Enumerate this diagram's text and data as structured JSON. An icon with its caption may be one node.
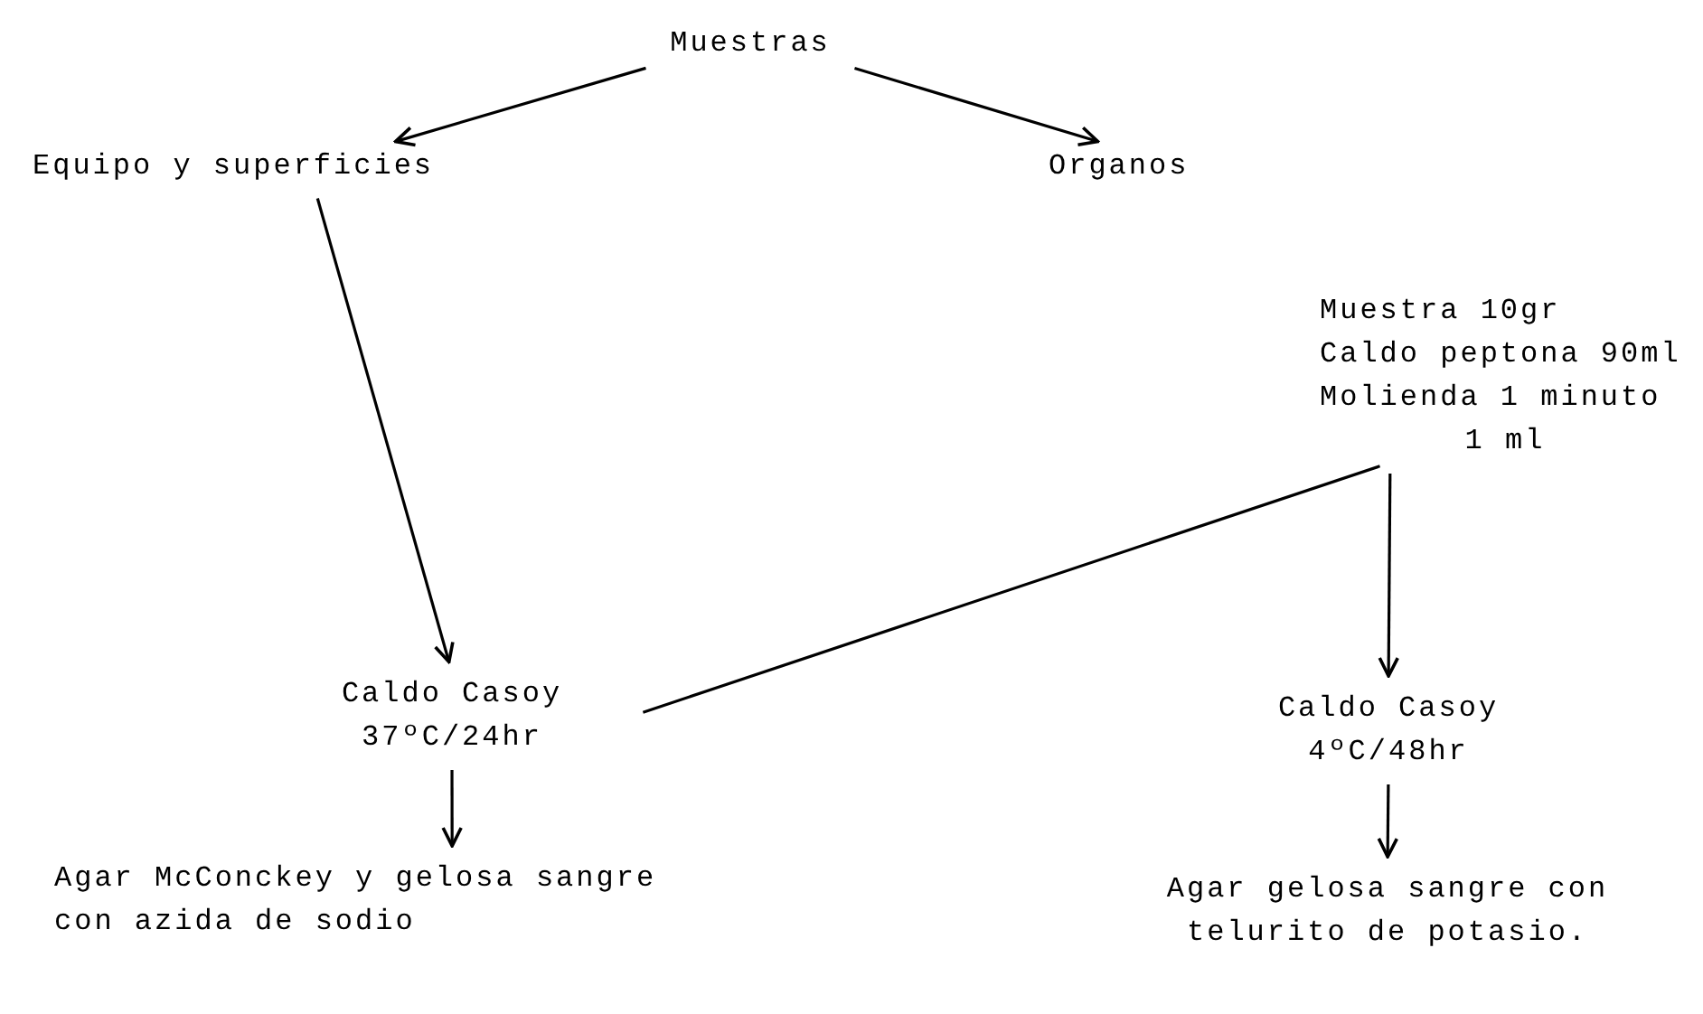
{
  "diagram": {
    "nodes": [
      {
        "text": [
          "Muestras"
        ]
      },
      {
        "text": [
          "Equipo y superficies"
        ]
      },
      {
        "text": [
          "Organos"
        ]
      },
      {
        "text": [
          "Muestra 10gr",
          "Caldo peptona 90ml",
          "Molienda 1 minuto",
          "1 ml"
        ]
      },
      {
        "text": [
          "Caldo Casoy",
          "37ºC/24hr"
        ]
      },
      {
        "text": [
          "Caldo Casoy",
          "4ºC/48hr"
        ]
      },
      {
        "text": [
          "Agar McConckey y gelosa sangre con azida de sodio"
        ]
      },
      {
        "text": [
          "Agar gelosa sangre con telurito de potasio."
        ]
      }
    ],
    "edges": [
      {
        "from": 0,
        "to": 1,
        "arrow": "to"
      },
      {
        "from": 0,
        "to": 2,
        "arrow": "to"
      },
      {
        "from": 1,
        "to": 4,
        "arrow": "to"
      },
      {
        "from": 3,
        "to": 5,
        "arrow": "to"
      },
      {
        "from": 3,
        "to": 4,
        "arrow": "none"
      },
      {
        "from": 4,
        "to": 6,
        "arrow": "to"
      },
      {
        "from": 5,
        "to": 7,
        "arrow": "to"
      }
    ]
  }
}
